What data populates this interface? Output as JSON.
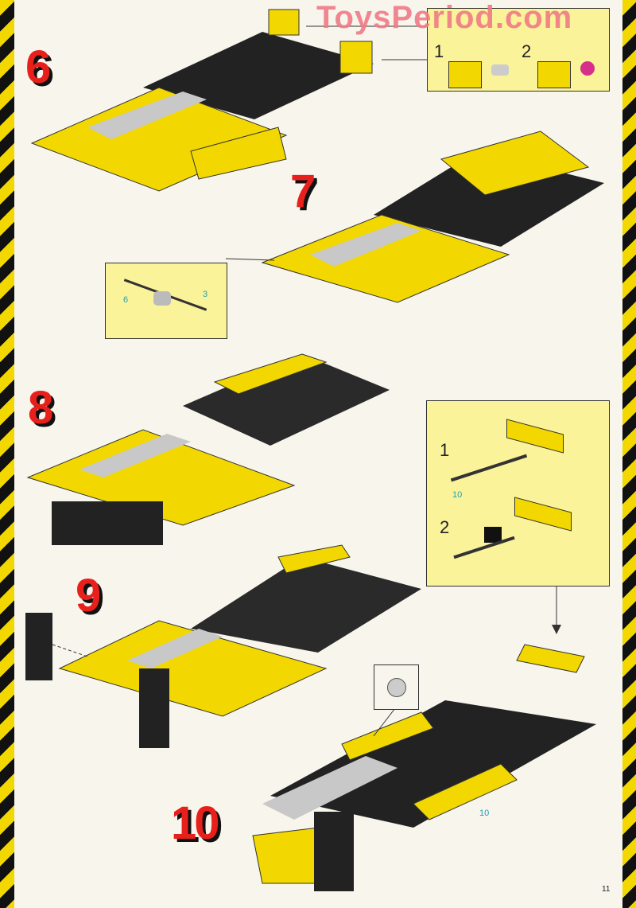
{
  "watermark": "ToysPeriod.com",
  "steps": [
    "6",
    "7",
    "8",
    "9",
    "10"
  ],
  "callouts": {
    "step6": {
      "sub_steps": [
        "1",
        "2"
      ]
    },
    "step7": {
      "labels": [
        "6",
        "3"
      ]
    },
    "step10": {
      "sub_steps": [
        "1",
        "2"
      ],
      "axle_label": "10"
    },
    "step10_model_label": "10"
  },
  "page_number": "11",
  "colors": {
    "yellow": "#f2d800",
    "black": "#111111",
    "red": "#e8201c",
    "gray": "#c8c8c8",
    "magenta": "#d6308a",
    "callout_bg": "#faf39a"
  }
}
